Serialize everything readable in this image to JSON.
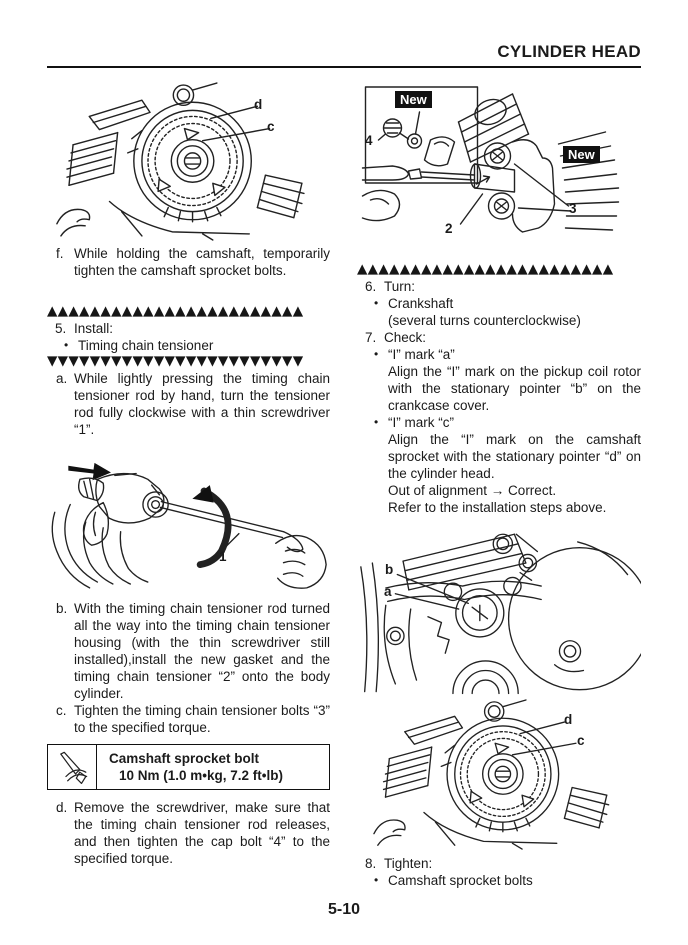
{
  "header": {
    "title": "CYLINDER HEAD"
  },
  "separator": {
    "up": "▲▲▲▲▲▲▲▲▲▲▲▲▲▲▲▲▲▲▲▲▲▲▲▲",
    "down": "▼▼▼▼▼▼▼▼▼▼▼▼▼▼▼▼▼▼▼▼▼▼▼▼"
  },
  "glyphs": {
    "bullet": "•"
  },
  "left": {
    "fig_sprocket": {
      "label_d": "d",
      "label_c": "c"
    },
    "step_f": {
      "marker": "f.",
      "text": "While holding the camshaft, temporarily tighten the camshaft sprocket bolts."
    },
    "step_5": {
      "marker": "5.",
      "title": "Install:",
      "bullet": "Timing chain tensioner"
    },
    "step_a": {
      "marker": "a.",
      "text": "While lightly pressing the timing chain tensioner rod by hand, turn the tensioner rod fully clockwise with a thin screwdriver “1”."
    },
    "fig_tensioner": {
      "label_1": "1"
    },
    "step_b": {
      "marker": "b.",
      "text": "With the timing chain tensioner rod turned all the way into the timing chain tensioner housing (with the thin screwdriver still installed),install the new gasket and the timing chain tensioner “2” onto the body cylinder."
    },
    "step_c": {
      "marker": "c.",
      "text": "Tighten the timing chain tensioner bolts “3” to the specified torque."
    },
    "torque_box": {
      "title": "Camshaft sprocket bolt",
      "value": "10 Nm (1.0 m•kg, 7.2 ft•lb)"
    },
    "step_d": {
      "marker": "d.",
      "text": "Remove the screwdriver, make sure that the timing chain tensioner rod releases, and then tighten the cap bolt “4” to the specified torque."
    }
  },
  "right": {
    "fig_install": {
      "label_4": "4",
      "label_2": "2",
      "label_3": "3",
      "new_tag_1": "New",
      "new_tag_2": "New"
    },
    "step_6": {
      "marker": "6.",
      "title": "Turn:",
      "bullet": "Crankshaft",
      "bullet_note": "(several turns counterclockwise)"
    },
    "step_7": {
      "marker": "7.",
      "title": "Check:",
      "check_a": {
        "label": "“I” mark “a”",
        "text": "Align the “I” mark on the pickup coil rotor with the stationary pointer “b” on the crankcase cover."
      },
      "check_c": {
        "label": "“I” mark “c”",
        "text": "Align the “I” mark on the camshaft sprocket with the stationary pointer “d” on the cylinder head.",
        "result": "Out of alignment → Correct.",
        "note": "Refer to the installation steps above."
      }
    },
    "fig_rotor": {
      "label_b": "b",
      "label_a": "a"
    },
    "fig_sprocket": {
      "label_d": "d",
      "label_c": "c"
    },
    "step_8": {
      "marker": "8.",
      "title": "Tighten:",
      "bullet": "Camshaft sprocket bolts"
    }
  },
  "footer": {
    "page_number": "5-10"
  }
}
